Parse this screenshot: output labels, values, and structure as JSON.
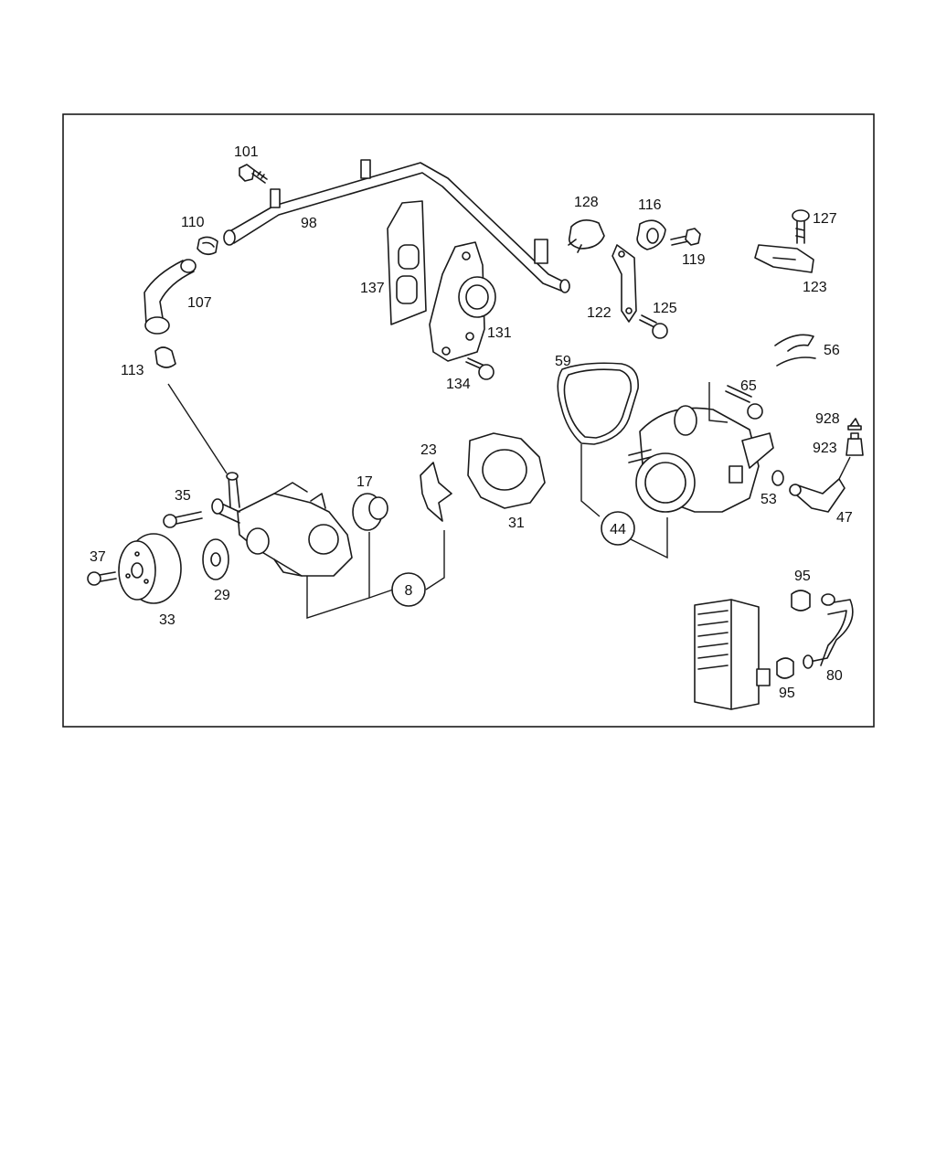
{
  "colors": {
    "line": "#1a1a1a",
    "background": "#ffffff"
  },
  "labels": {
    "l101": "101",
    "l98": "98",
    "l110": "110",
    "l107": "107",
    "l113": "113",
    "l137": "137",
    "l131": "131",
    "l134": "134",
    "l128": "128",
    "l116": "116",
    "l119": "119",
    "l122": "122",
    "l125": "125",
    "l127": "127",
    "l123": "123",
    "l56": "56",
    "l59": "59",
    "l65": "65",
    "l928": "928",
    "l923": "923",
    "l53": "53",
    "l47": "47",
    "l44": "44",
    "l35": "35",
    "l17": "17",
    "l23": "23",
    "l31": "31",
    "l37": "37",
    "l29": "29",
    "l33": "33",
    "l8": "8",
    "l95a": "95",
    "l95b": "95",
    "l80": "80"
  }
}
